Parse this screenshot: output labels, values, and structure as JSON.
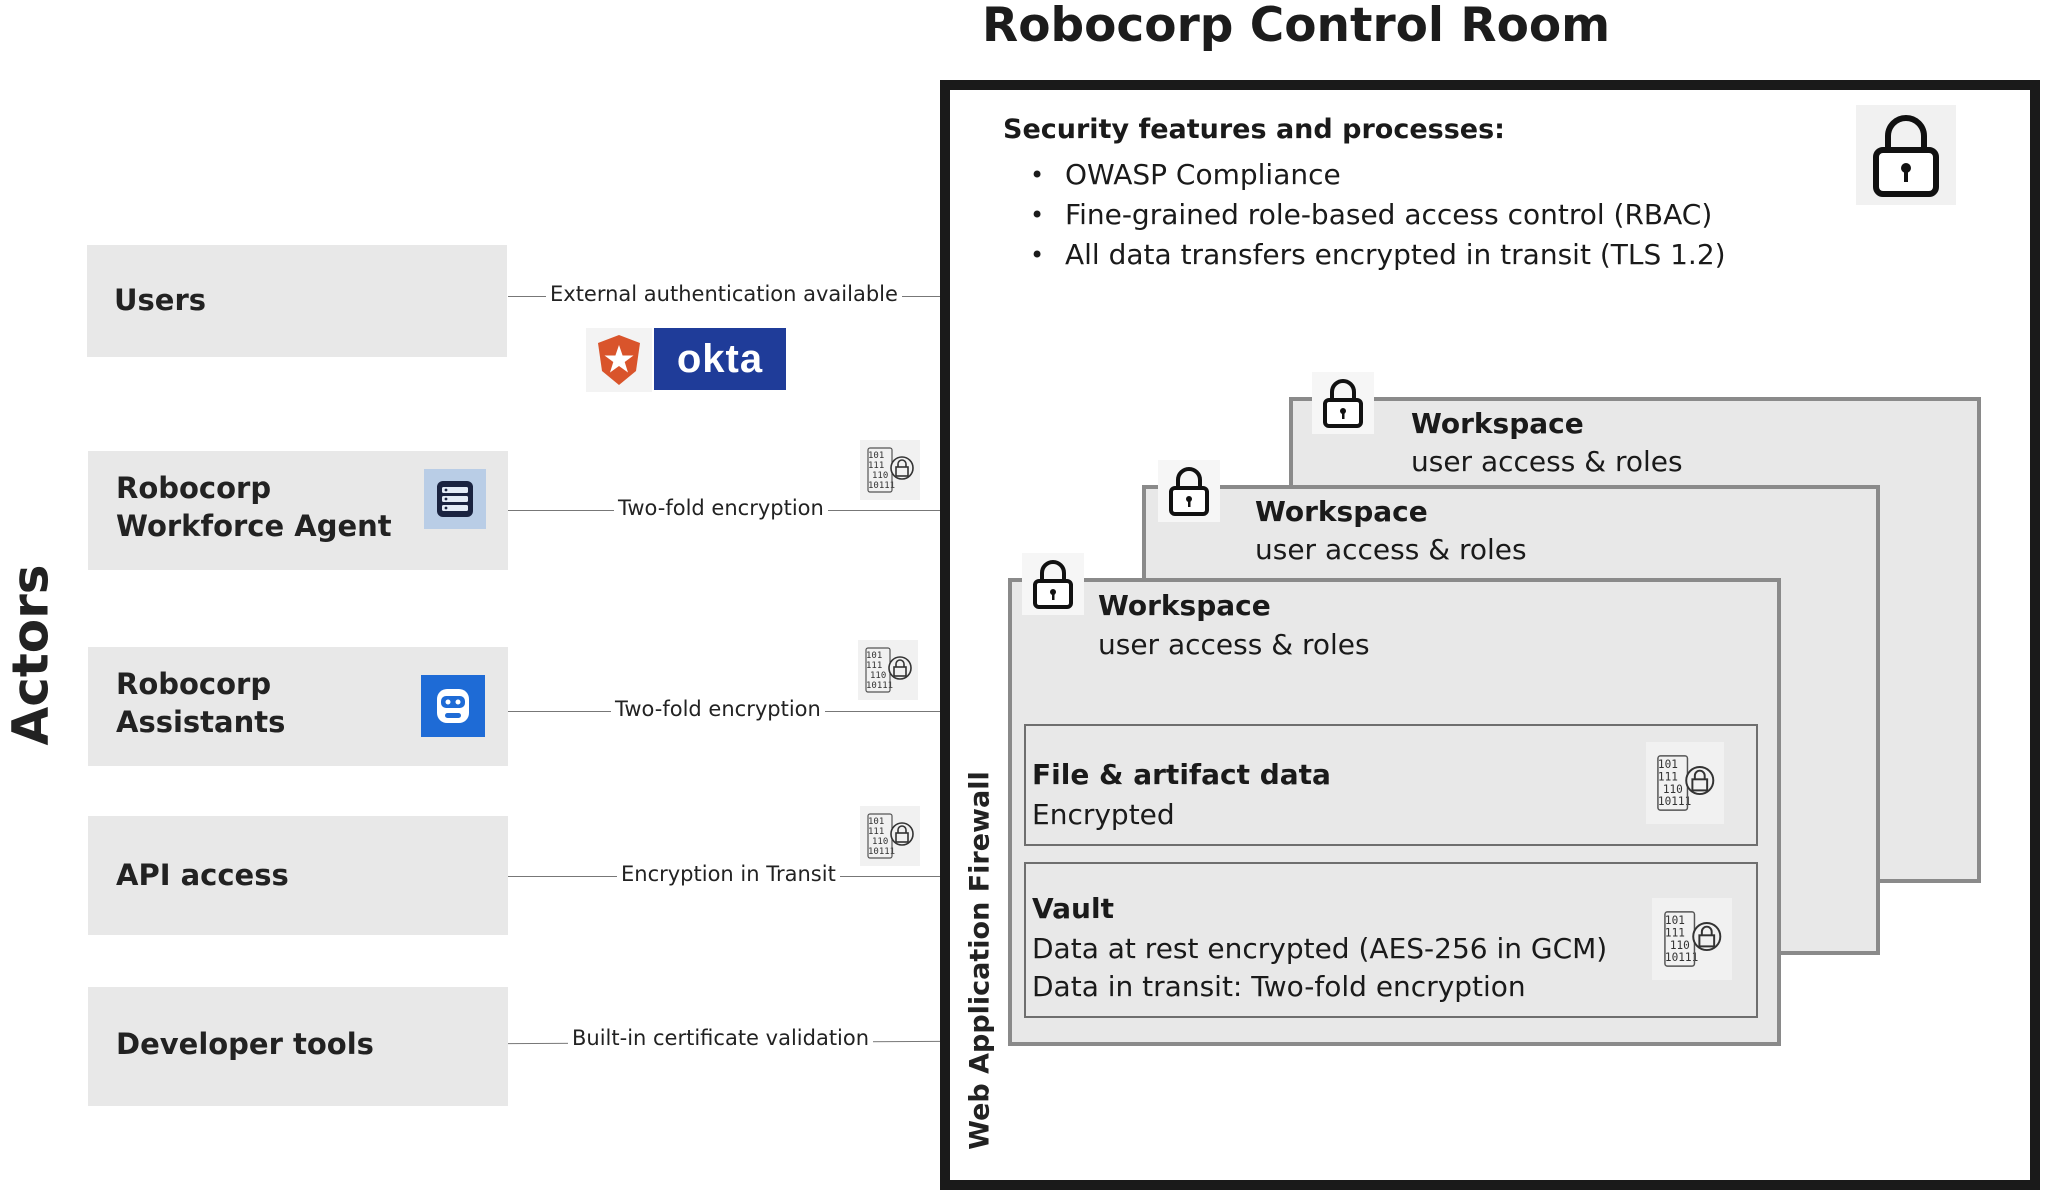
{
  "title": "Robocorp Control Room",
  "actors_label": "Actors",
  "actors": [
    {
      "line1": "Users",
      "line2": ""
    },
    {
      "line1": "Robocorp",
      "line2": "Workforce  Agent"
    },
    {
      "line1": "Robocorp",
      "line2": "Assistants"
    },
    {
      "line1": "API access",
      "line2": ""
    },
    {
      "line1": "Developer tools",
      "line2": ""
    }
  ],
  "connections": [
    "External authentication available",
    "Two-fold encryption",
    "Two-fold encryption",
    "Encryption in Transit",
    "Built-in certificate validation"
  ],
  "auth_providers": {
    "okta_text": "okta",
    "auth0_color": "#d9542b",
    "okta_color": "#1f3c99"
  },
  "firewall_label": "Web Application Firewall",
  "security": {
    "title": "Security features and processes:",
    "items": [
      "OWASP Compliance",
      "Fine-grained role-based access control (RBAC)",
      "All data transfers encrypted in transit (TLS 1.2)"
    ]
  },
  "workspaces": [
    {
      "title": "Workspace",
      "subtitle": "user access & roles"
    },
    {
      "title": "Workspace",
      "subtitle": "user access & roles"
    },
    {
      "title": "Workspace",
      "subtitle": "user access & roles"
    }
  ],
  "file_data": {
    "title": "File & artifact data",
    "line1": "Encrypted"
  },
  "vault": {
    "title": "Vault",
    "line1": "Data at rest encrypted (AES-256 in GCM)",
    "line2": "Data in transit: Two-fold encryption"
  },
  "colors": {
    "agent_icon_bg": "#b9cde6",
    "assistant_icon_bg": "#1e6bd6",
    "box_fill": "#e8e8e8",
    "border_dark": "#1a1a1a"
  }
}
